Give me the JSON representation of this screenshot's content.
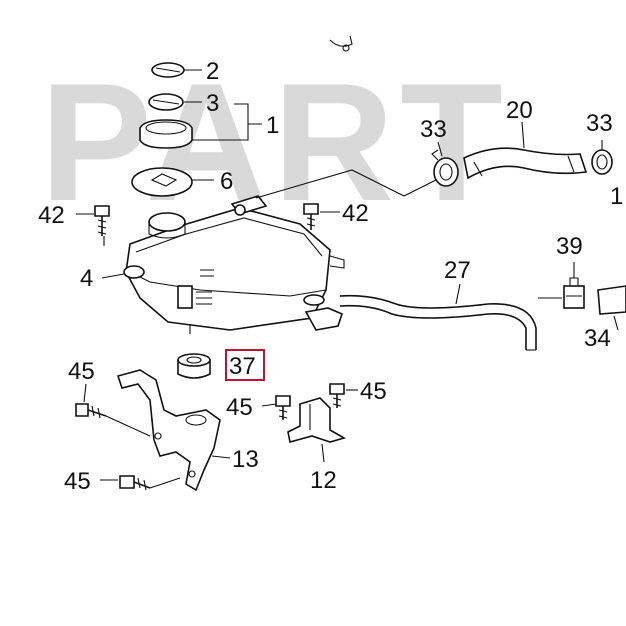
{
  "watermark": {
    "text": "PART"
  },
  "highlight": {
    "color": "#c4122f"
  },
  "labels": [
    {
      "id": "p2",
      "text": "2"
    },
    {
      "id": "p3",
      "text": "3"
    },
    {
      "id": "p1",
      "text": "1"
    },
    {
      "id": "p6",
      "text": "6"
    },
    {
      "id": "p42a",
      "text": "42"
    },
    {
      "id": "p42b",
      "text": "42"
    },
    {
      "id": "p4",
      "text": "4"
    },
    {
      "id": "p33a",
      "text": "33"
    },
    {
      "id": "p20",
      "text": "20"
    },
    {
      "id": "p33b",
      "text": "33"
    },
    {
      "id": "p1r",
      "text": "1"
    },
    {
      "id": "p39",
      "text": "39"
    },
    {
      "id": "p27",
      "text": "27"
    },
    {
      "id": "p34",
      "text": "34"
    },
    {
      "id": "p45a",
      "text": "45"
    },
    {
      "id": "p37",
      "text": "37"
    },
    {
      "id": "p45b",
      "text": "45"
    },
    {
      "id": "p45c",
      "text": "45"
    },
    {
      "id": "p13",
      "text": "13"
    },
    {
      "id": "p12",
      "text": "12"
    },
    {
      "id": "p45d",
      "text": "45"
    }
  ]
}
